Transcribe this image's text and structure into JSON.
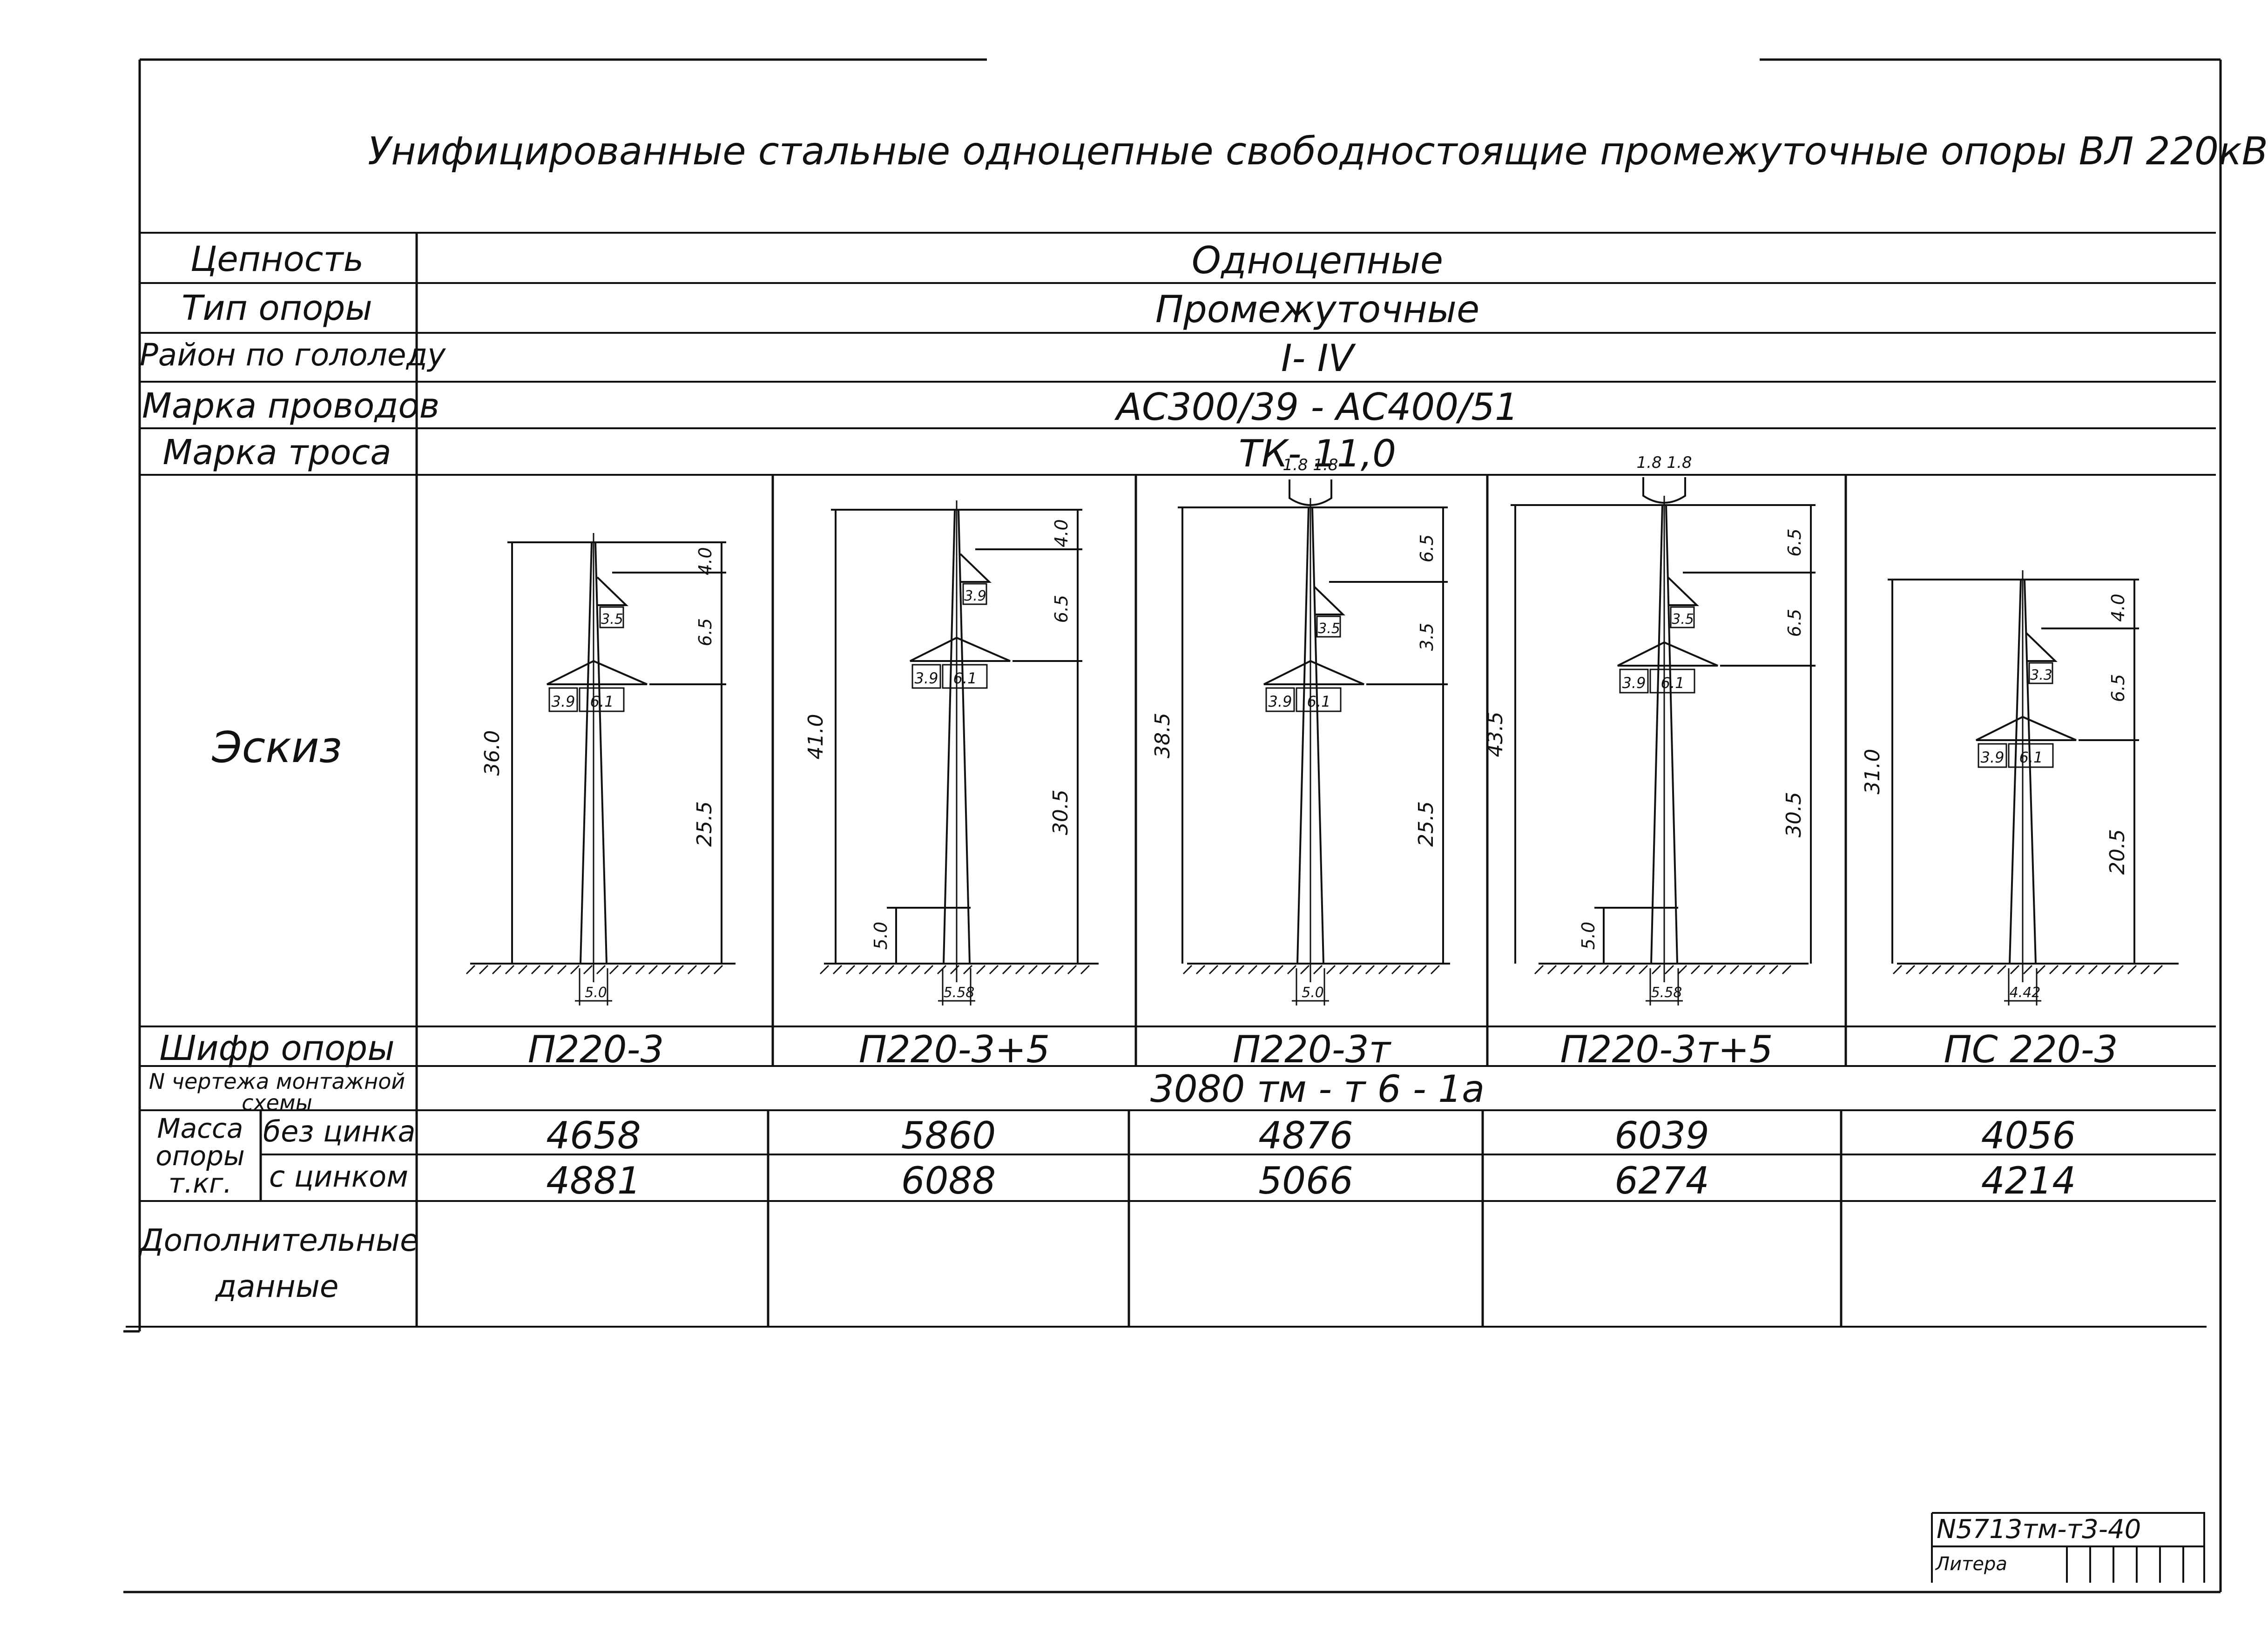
{
  "title": "Унифицированные стальные одноцепные свободностоящие промежуточные опоры ВЛ 220кВ",
  "rows": {
    "circuit": {
      "label": "Цепность",
      "value": "Одноцепные"
    },
    "type": {
      "label": "Тип опоры",
      "value": "Промежуточные"
    },
    "ice": {
      "label": "Район по гололеду",
      "value": "I- IV"
    },
    "wire": {
      "label": "Марка проводов",
      "value": "АС300/39 - АС400/51"
    },
    "cable": {
      "label": "Марка троса",
      "value": "ТК- 11,0"
    },
    "sketch": {
      "label": "Эскиз"
    },
    "code": {
      "label": "Шифр опоры"
    },
    "drawing": {
      "label": "N чертежа монтажной схемы",
      "value": "3080 тм - т 6 - 1а"
    },
    "mass": {
      "label": "Масса опоры т.кг.",
      "no_zinc": "без цинка",
      "with_zinc": "с цинком"
    },
    "extra": {
      "label": "Дополнительные данные"
    }
  },
  "towers": [
    {
      "code": "П220-3",
      "mass_no_zinc": "4658",
      "mass_zinc": "4881",
      "dims": {
        "total": "36.0",
        "top": "4.0",
        "mid": "6.5",
        "low": "25.5",
        "base": "5.0",
        "arm_top": "3.5",
        "arm_left": "3.9",
        "arm_right": "6.1"
      }
    },
    {
      "code": "П220-3+5",
      "mass_no_zinc": "5860",
      "mass_zinc": "6088",
      "dims": {
        "total": "41.0",
        "top": "4.0",
        "mid": "6.5",
        "low": "30.5",
        "base": "5.58",
        "arm_top": "3.9",
        "arm_left": "3.9",
        "arm_right": "6.1",
        "ext": "5.0"
      }
    },
    {
      "code": "П220-3т",
      "mass_no_zinc": "4876",
      "mass_zinc": "5066",
      "dims": {
        "total": "38.5",
        "top": "6.5",
        "mid": "3.5",
        "low": "25.5",
        "base": "5.0",
        "arm_top": "3.5",
        "arm_left": "3.9",
        "arm_right": "6.1",
        "peak": "1.8 1.8"
      }
    },
    {
      "code": "П220-3т+5",
      "mass_no_zinc": "6039",
      "mass_zinc": "6274",
      "dims": {
        "total": "43.5",
        "top": "6.5",
        "mid": "6.5",
        "low": "30.5",
        "base": "5.58",
        "arm_top": "3.5",
        "arm_left": "3.9",
        "arm_right": "6.1",
        "peak": "1.8 1.8",
        "ext": "5.0"
      }
    },
    {
      "code": "ПС 220-3",
      "mass_no_zinc": "4056",
      "mass_zinc": "4214",
      "dims": {
        "total": "31.0",
        "top": "4.0",
        "mid": "6.5",
        "low": "20.5",
        "base": "4.42",
        "arm_top": "3.3",
        "arm_left": "3.9",
        "arm_right": "6.1"
      }
    }
  ],
  "stamp": {
    "doc_no": "N5713тм-т3-40",
    "sheet_label": "Литера"
  }
}
